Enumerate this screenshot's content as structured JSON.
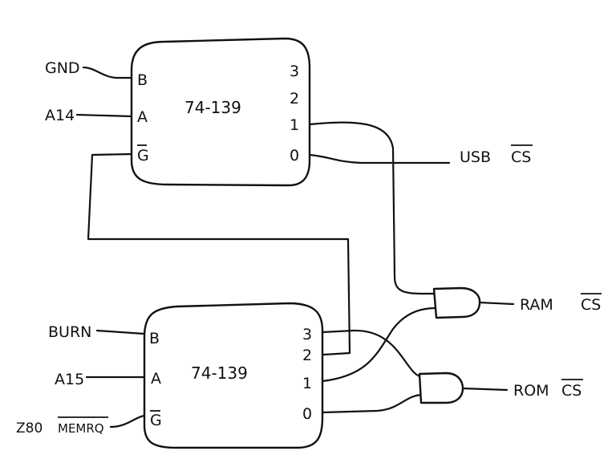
{
  "decoder_top": {
    "part": "74-139",
    "inputs": {
      "b": "B",
      "a": "A",
      "g": "G"
    },
    "outputs": [
      "3",
      "2",
      "1",
      "0"
    ]
  },
  "decoder_bottom": {
    "part": "74-139",
    "inputs": {
      "b": "B",
      "a": "A",
      "g": "G"
    },
    "outputs": [
      "3",
      "2",
      "1",
      "0"
    ]
  },
  "signals": {
    "gnd": "GND",
    "a14": "A14",
    "burn": "BURN",
    "a15": "A15",
    "z80": "Z80",
    "memrq": "MEMRQ",
    "usb_cs": "USB",
    "ram_cs": "RAM",
    "rom_cs": "ROM",
    "cs": "CS"
  }
}
